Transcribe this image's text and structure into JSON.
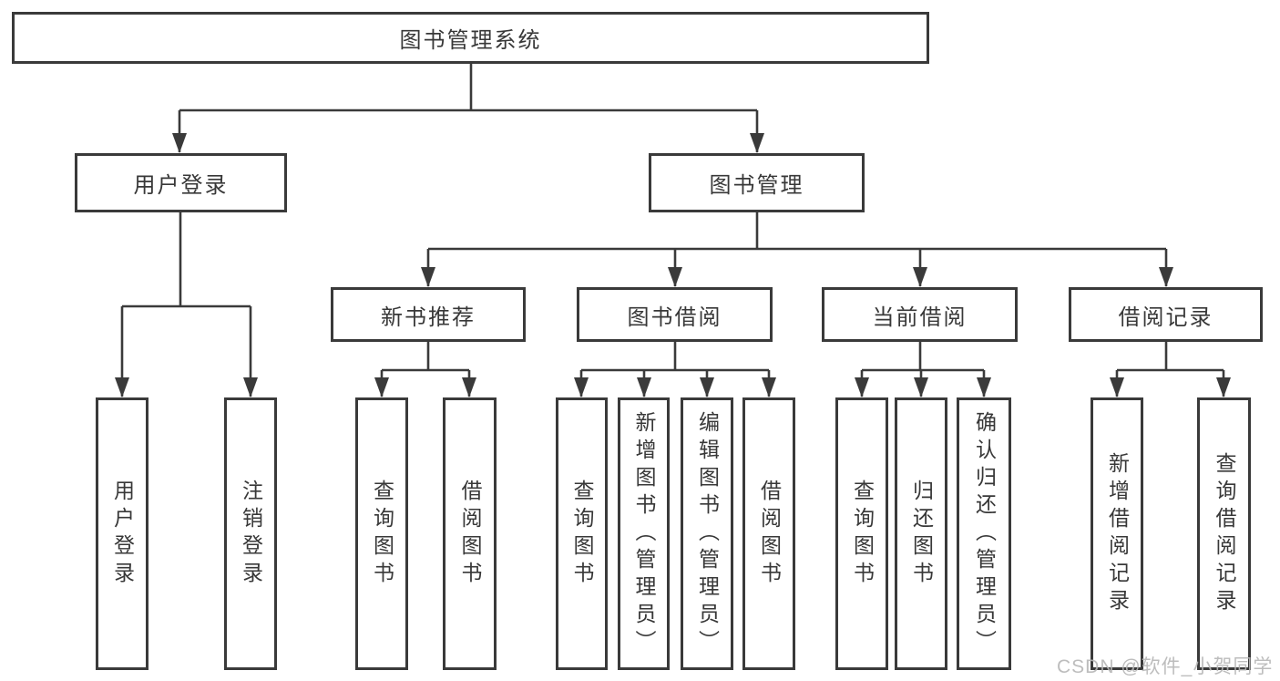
{
  "diagram": {
    "root": {
      "label": "图书管理系统"
    },
    "branches": [
      {
        "label": "用户登录",
        "children": [
          {
            "label": "用户登录"
          },
          {
            "label": "注销登录"
          }
        ]
      },
      {
        "label": "图书管理",
        "children": [
          {
            "label": "新书推荐",
            "children": [
              {
                "label": "查询图书"
              },
              {
                "label": "借阅图书"
              }
            ]
          },
          {
            "label": "图书借阅",
            "children": [
              {
                "label": "查询图书"
              },
              {
                "label": "新增图书（管理员）"
              },
              {
                "label": "编辑图书（管理员）"
              },
              {
                "label": "借阅图书"
              }
            ]
          },
          {
            "label": "当前借阅",
            "children": [
              {
                "label": "查询图书"
              },
              {
                "label": "归还图书"
              },
              {
                "label": "确认归还（管理员）"
              }
            ]
          },
          {
            "label": "借阅记录",
            "children": [
              {
                "label": "新增借阅记录"
              },
              {
                "label": "查询借阅记录"
              }
            ]
          }
        ]
      }
    ]
  },
  "watermark": {
    "text": "CSDN @软件_小贺同学"
  },
  "colors": {
    "line": "#3a3a3a",
    "text": "#383838",
    "watermark": "#b6b6b6",
    "background": "#ffffff"
  }
}
